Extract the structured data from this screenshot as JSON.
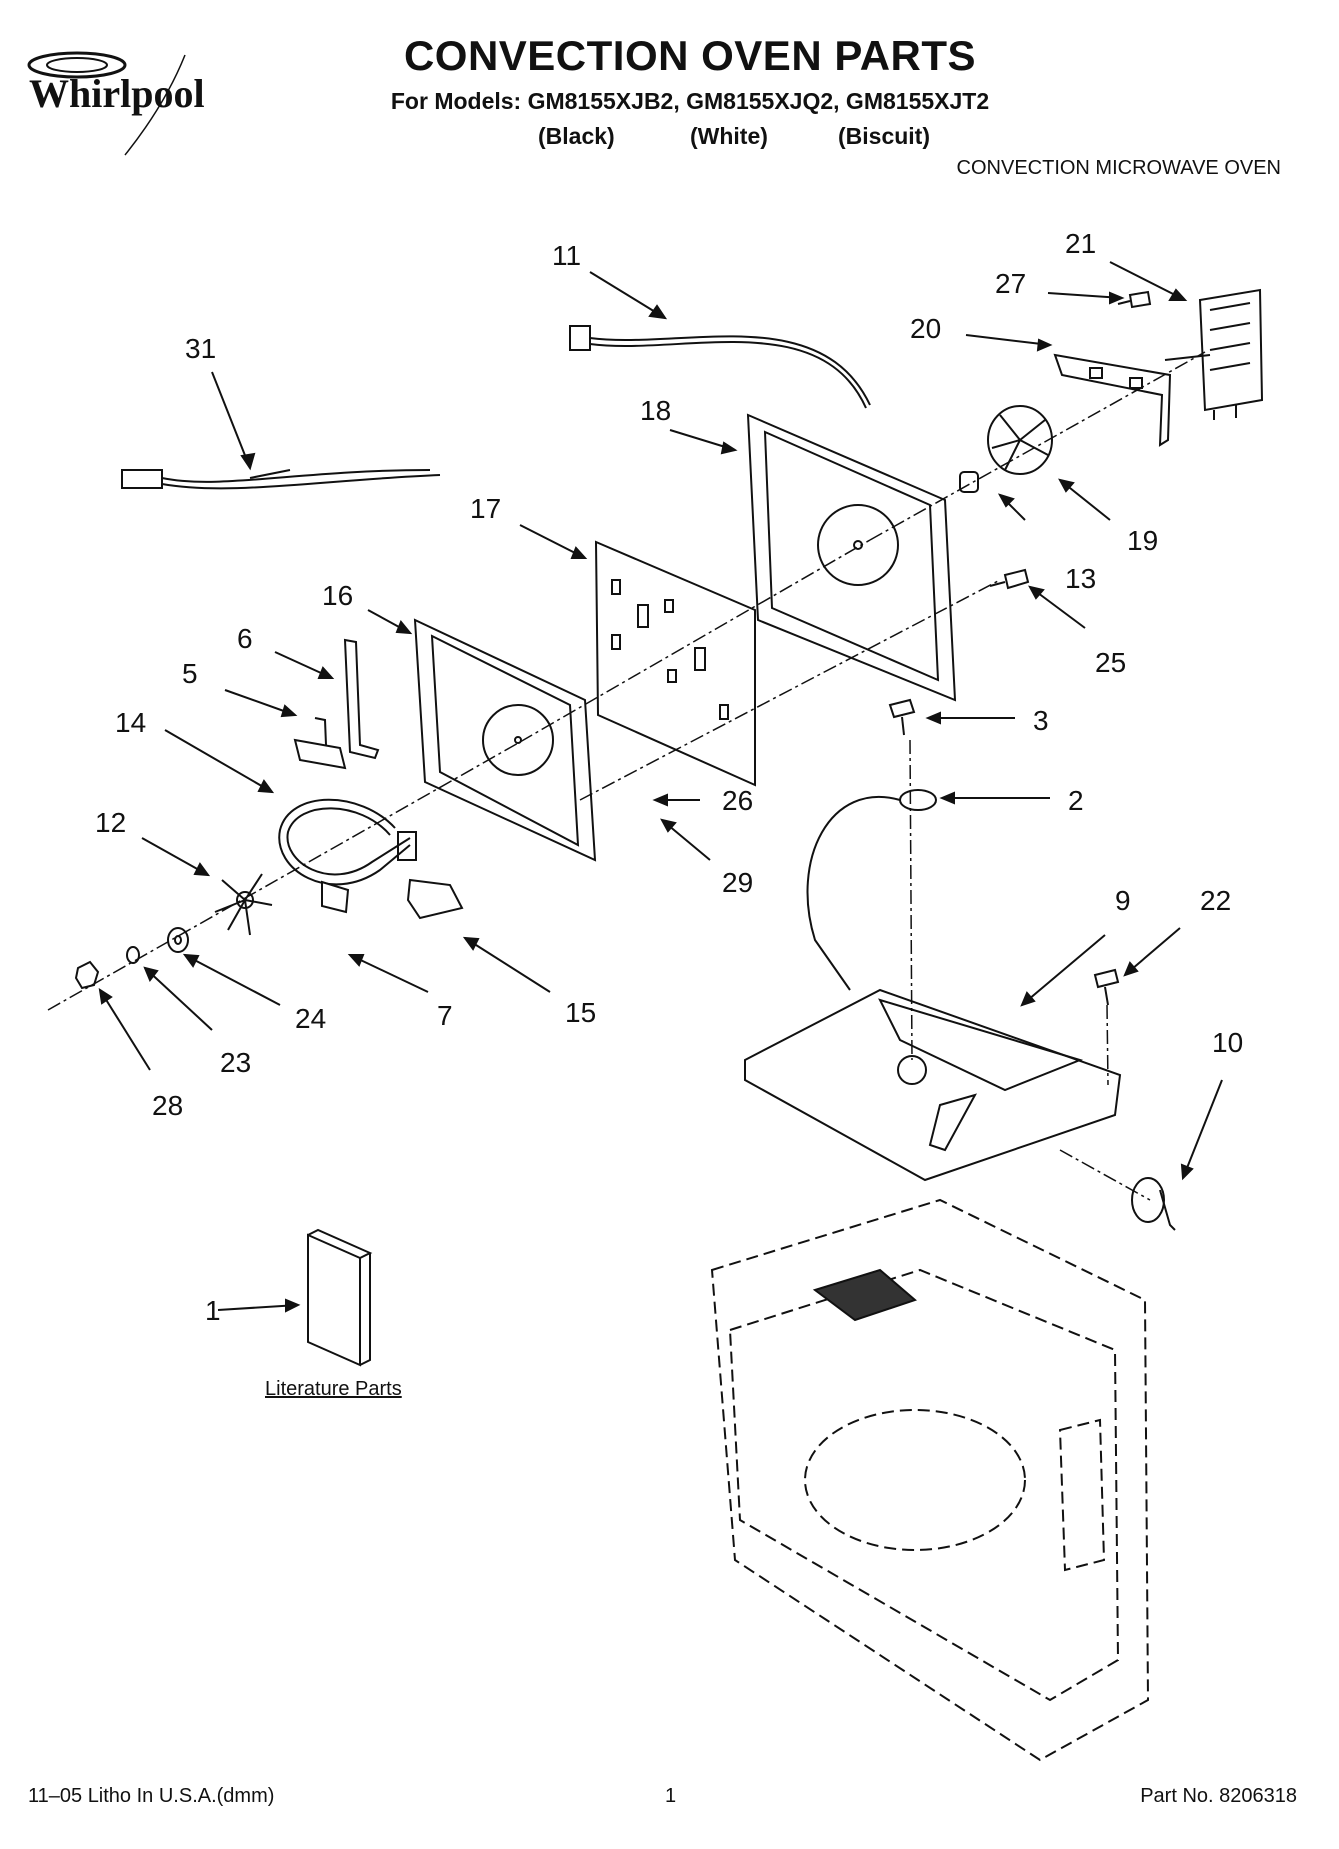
{
  "header": {
    "brand": "Whirlpool",
    "title": "CONVECTION OVEN PARTS",
    "models": "For Models: GM8155XJB2, GM8155XJQ2, GM8155XJT2",
    "colors": [
      "(Black)",
      "(White)",
      "(Biscuit)"
    ],
    "subtitle": "CONVECTION MICROWAVE OVEN"
  },
  "callouts": {
    "n1": "1",
    "n2": "2",
    "n3": "3",
    "n5": "5",
    "n6": "6",
    "n7": "7",
    "n9": "9",
    "n10": "10",
    "n11": "11",
    "n12": "12",
    "n13": "13",
    "n14": "14",
    "n15": "15",
    "n16": "16",
    "n17": "17",
    "n18": "18",
    "n19": "19",
    "n20": "20",
    "n21": "21",
    "n22": "22",
    "n23": "23",
    "n24": "24",
    "n25": "25",
    "n26": "26",
    "n27": "27",
    "n28": "28",
    "n29": "29",
    "n31": "31"
  },
  "literature_label": "Literature Parts",
  "footer": {
    "left": "11–05 Litho In U.S.A.(dmm)",
    "center": "1",
    "right": "Part No. 8206318"
  }
}
